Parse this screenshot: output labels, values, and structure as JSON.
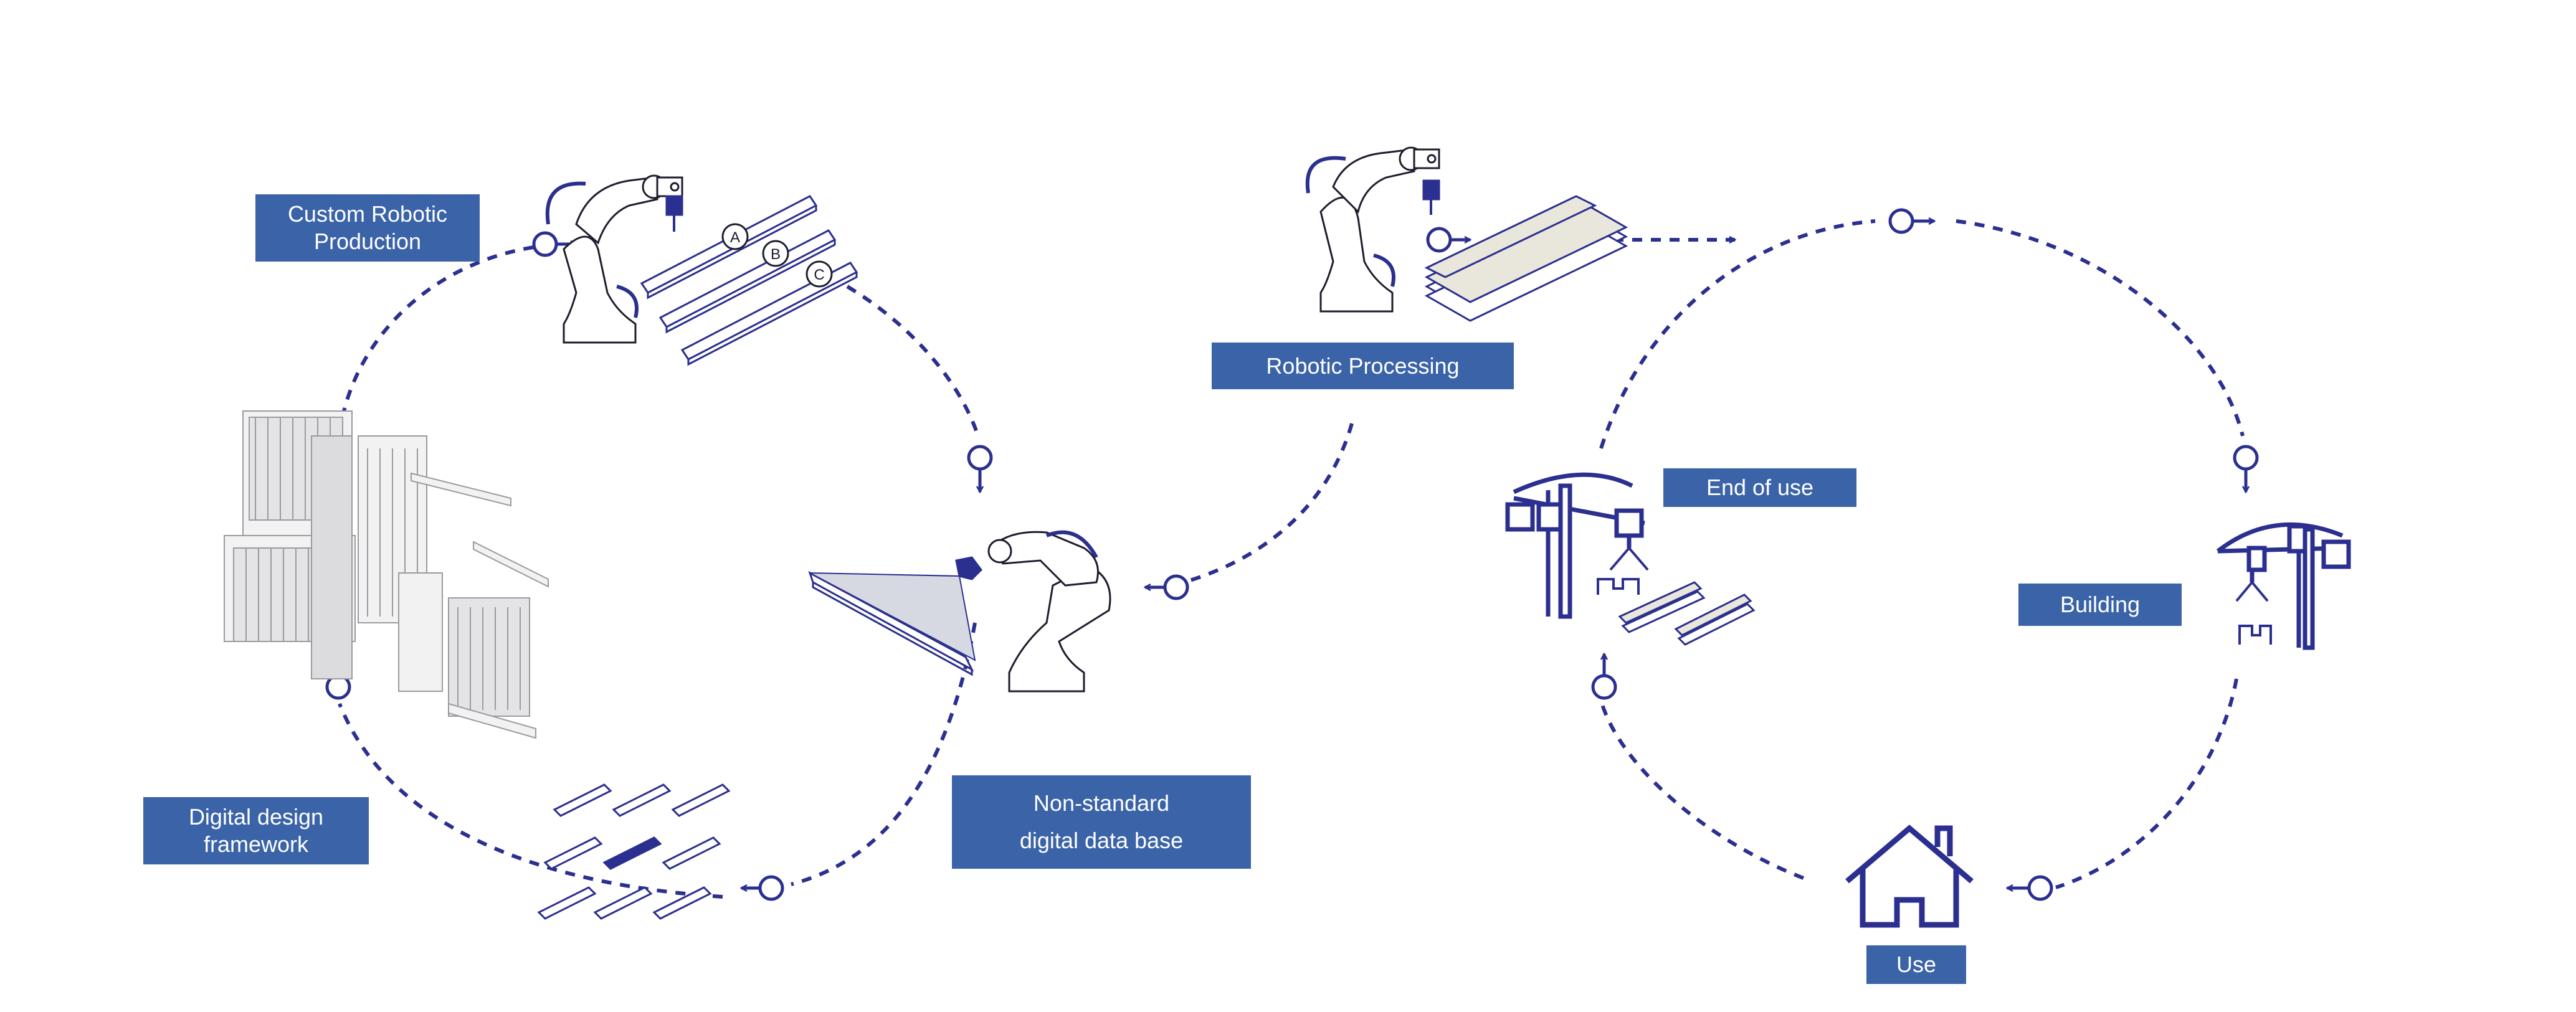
{
  "colors": {
    "accent": "#2b2f8f",
    "label_bg": "#3a63a8",
    "label_text": "#ffffff",
    "panel_fill": "#e9e6dc"
  },
  "labels": {
    "custom_robotic_production": [
      "Custom Robotic",
      "Production"
    ],
    "robotic_processing": "Robotic Processing",
    "end_of_use": "End of use",
    "building": "Building",
    "use": "Use",
    "digital_design_framework": [
      "Digital design",
      "framework"
    ],
    "non_standard_database": [
      "Non-standard",
      "digital data base"
    ]
  },
  "panel_markers": [
    "A",
    "B",
    "C"
  ],
  "icons": [
    "robot-arm-icon",
    "crane-icon",
    "house-icon",
    "wood-panel-icon",
    "scanner-beam-icon",
    "facade-module-icon",
    "arrow-circle-icon"
  ]
}
